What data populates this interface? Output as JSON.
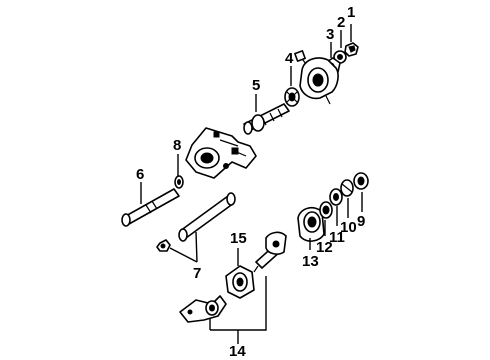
{
  "diagram": {
    "callouts": [
      {
        "id": "1",
        "text": "1"
      },
      {
        "id": "2",
        "text": "2"
      },
      {
        "id": "3",
        "text": "3"
      },
      {
        "id": "4",
        "text": "4"
      },
      {
        "id": "5",
        "text": "5"
      },
      {
        "id": "6",
        "text": "6"
      },
      {
        "id": "7",
        "text": "7"
      },
      {
        "id": "8",
        "text": "8"
      },
      {
        "id": "9",
        "text": "9"
      },
      {
        "id": "10",
        "text": "10"
      },
      {
        "id": "11",
        "text": "11"
      },
      {
        "id": "12",
        "text": "12"
      },
      {
        "id": "13",
        "text": "13"
      },
      {
        "id": "14",
        "text": "14"
      },
      {
        "id": "15",
        "text": "15"
      }
    ]
  }
}
